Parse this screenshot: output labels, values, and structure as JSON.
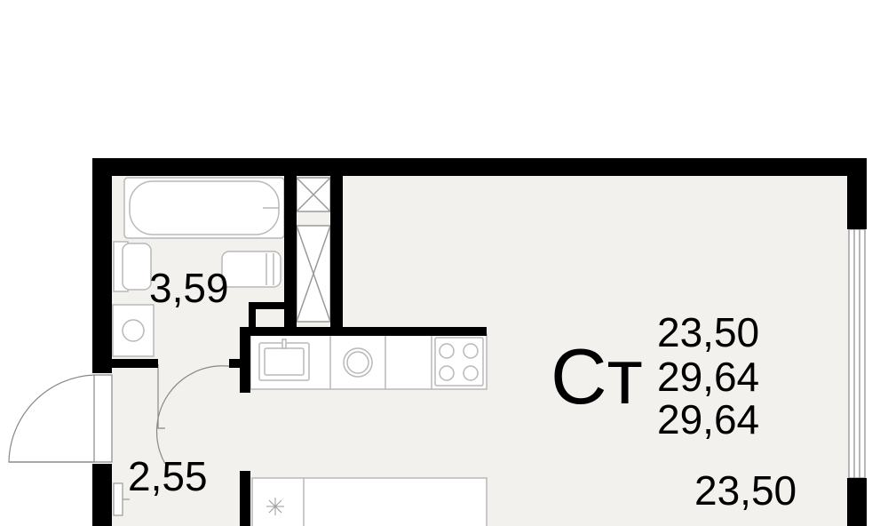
{
  "plan": {
    "bathroom_area": "3,59",
    "hall_area": "2,55",
    "room_area": "23,50",
    "apartment": {
      "type": "Ст",
      "living_area": "23,50",
      "total_area": "29,64",
      "total_area_with_balcony": "29,64"
    }
  },
  "colors": {
    "wall": "#000000",
    "floor": "#f2f1ed",
    "fixture_stroke": "#b8b8b8",
    "background": "#ffffff"
  }
}
